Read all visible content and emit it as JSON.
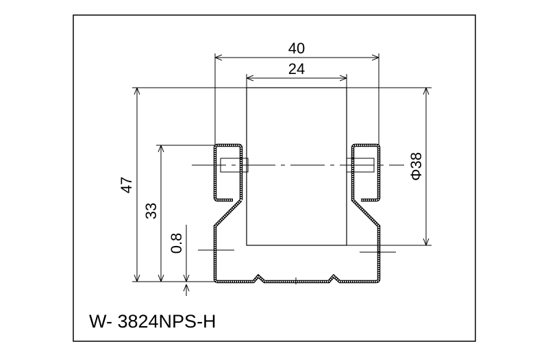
{
  "drawing": {
    "model": "W- 3824NPS-H",
    "dimensions": {
      "outer_width": "40",
      "roller_width": "24",
      "total_height": "47",
      "axis_height": "33",
      "thickness": "0.8",
      "roller_diameter": "Φ38"
    }
  }
}
